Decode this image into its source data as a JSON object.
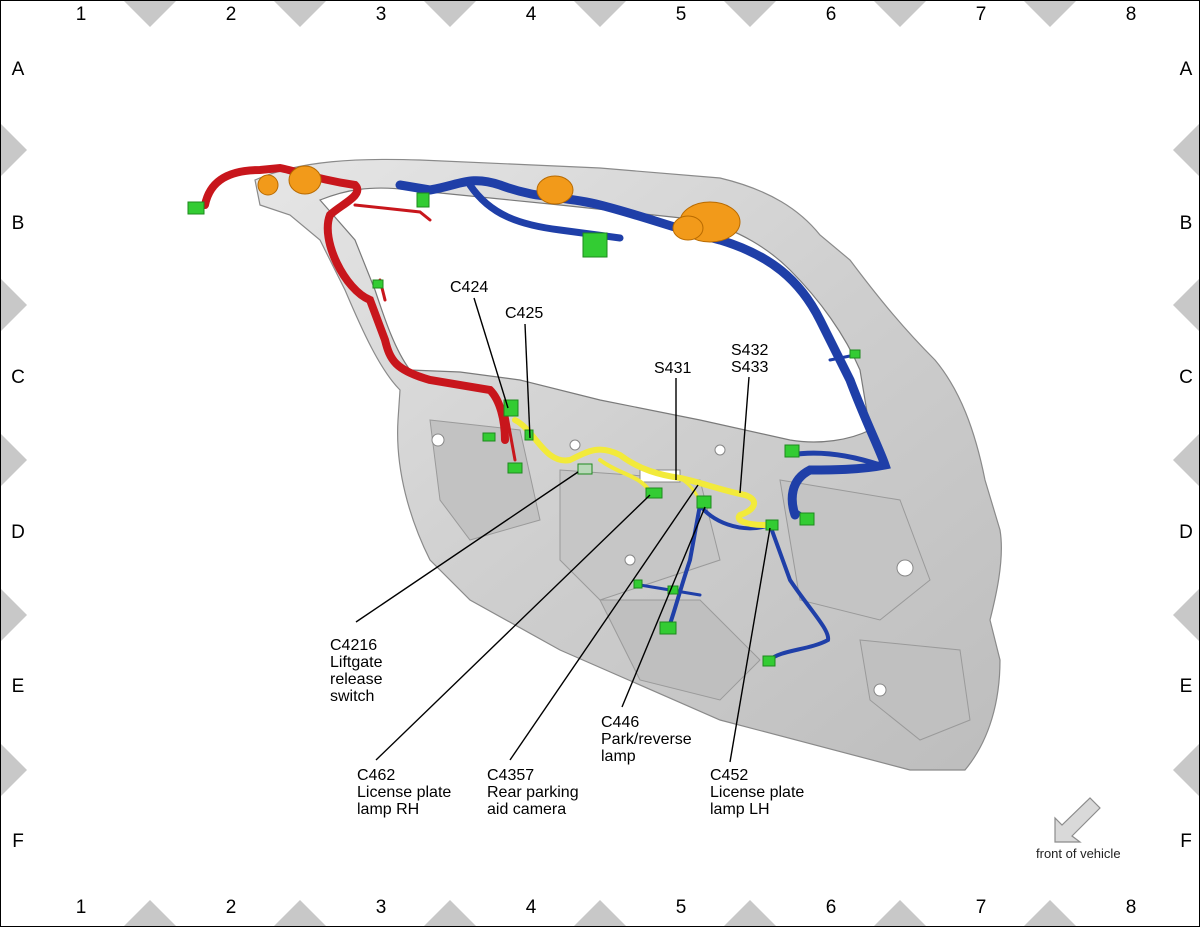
{
  "grid": {
    "columns": [
      "1",
      "2",
      "3",
      "4",
      "5",
      "6",
      "7",
      "8"
    ],
    "rows": [
      "A",
      "B",
      "C",
      "D",
      "E",
      "F"
    ]
  },
  "callouts": {
    "c424": "C424",
    "c425": "C425",
    "s431": "S431",
    "s432": "S432\nS433",
    "c4216": "C4216\nLiftgate\nrelease\nswitch",
    "c462": "C462\nLicense plate\nlamp RH",
    "c4357": "C4357\nRear parking\naid camera",
    "c446": "C446\nPark/reverse\nlamp",
    "c452": "C452\nLicense plate\nlamp LH"
  },
  "orientation": {
    "text": "front of vehicle"
  },
  "colors": {
    "panel": "#d4d4d4",
    "panel_edge": "#8a8a8a",
    "harness_red": "#c8161c",
    "harness_blue": "#1f3fa8",
    "harness_yellow": "#f2ea3a",
    "connector_green": "#33cc33",
    "grommet_orange": "#f29a1a",
    "marker_gray": "#c8c8c8"
  }
}
